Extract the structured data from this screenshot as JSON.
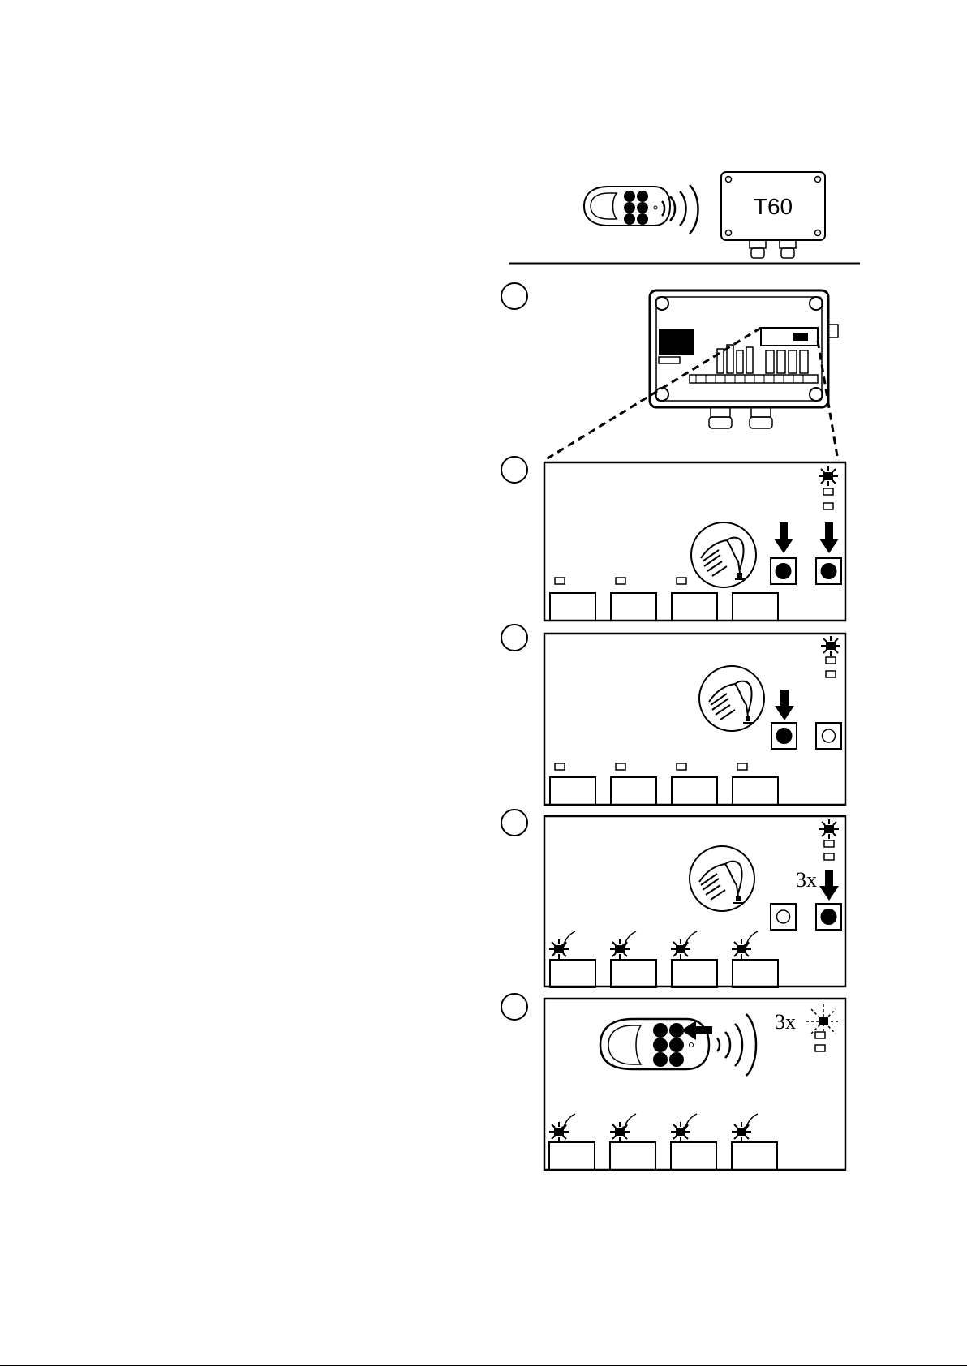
{
  "header": {
    "device_label": "T60"
  },
  "steps": [
    {
      "multiplier": ""
    },
    {
      "multiplier": ""
    },
    {
      "multiplier": ""
    },
    {
      "multiplier": "3x"
    },
    {
      "multiplier": "3x"
    }
  ],
  "colors": {
    "ink": "#000000",
    "paper": "#ffffff"
  },
  "icons": {
    "remote": "remote-control-icon",
    "signal": "radio-waves-icon",
    "hand": "finger-press-icon",
    "arrow": "down-arrow-icon",
    "led": "blinking-led-icon"
  }
}
